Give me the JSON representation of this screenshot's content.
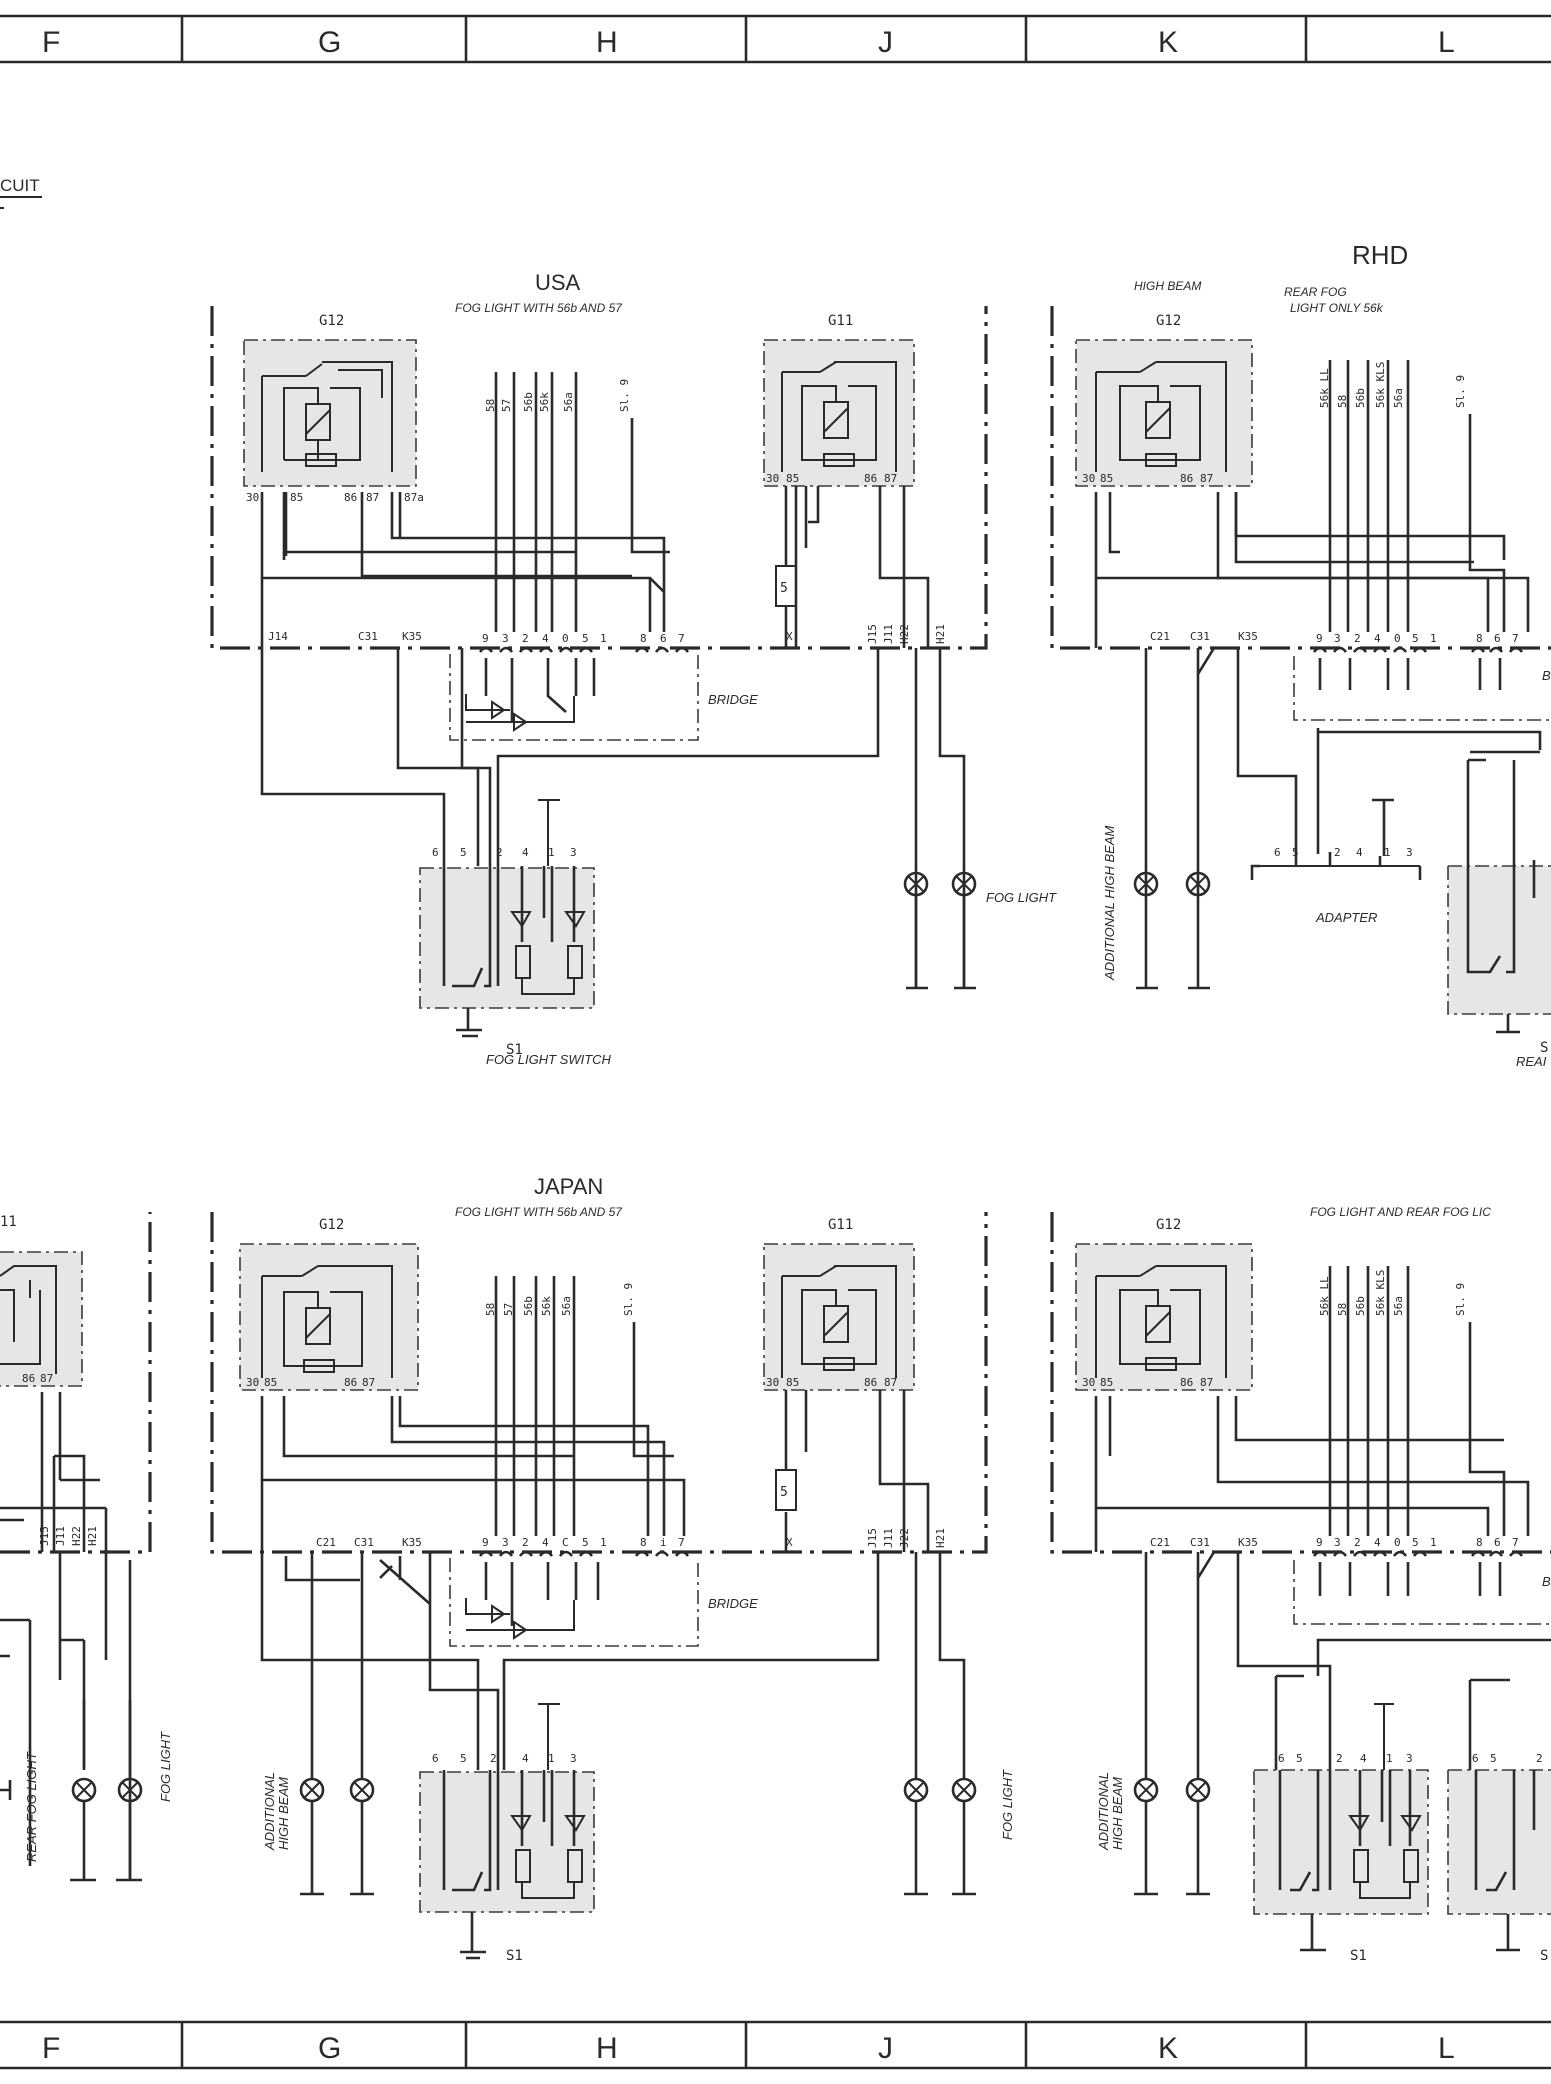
{
  "grid_columns": [
    "F",
    "G",
    "H",
    "J",
    "K",
    "L"
  ],
  "header_fragment": "CUIT",
  "panels": [
    {
      "id": "usa",
      "title": "USA",
      "subtitle": "FOG LIGHT WITH 56b AND 57",
      "relay_left": "G12",
      "relay_right": "G11",
      "relay_left_pins": [
        "30",
        "85",
        "86",
        "87",
        "87a"
      ],
      "relay_right_pins": [
        "30",
        "85",
        "86",
        "87"
      ],
      "wire_labels": [
        "58",
        "57",
        "56b",
        "56k",
        "56a",
        "Sl. 9"
      ],
      "conn_left": [
        "J14",
        "C31",
        "K35"
      ],
      "conn_pins": [
        "9",
        "3",
        "2",
        "4",
        "0",
        "5",
        "1",
        "8",
        "6",
        "7"
      ],
      "conn_right": [
        "X",
        "J15",
        "J11",
        "H22",
        "H21"
      ],
      "bridge": "BRIDGE",
      "fuse": "5",
      "switch_pins": [
        "6",
        "5",
        "2",
        "4",
        "1",
        "3"
      ],
      "switch": "S1",
      "switch_name": "FOG LIGHT SWITCH",
      "lamp_label": "FOG LIGHT"
    },
    {
      "id": "rhd",
      "title": "RHD",
      "label_high_beam": "HIGH BEAM",
      "label_rear_fog": "REAR FOG",
      "label_rear_fog2": "LIGHT ONLY 56k",
      "relay_left": "G12",
      "relay_left_pins": [
        "30",
        "85",
        "86",
        "87"
      ],
      "wire_labels": [
        "56k LL",
        "58",
        "56b",
        "56k KLS",
        "56a",
        "Sl. 9"
      ],
      "conn_left": [
        "C21",
        "C31",
        "K35"
      ],
      "conn_pins": [
        "9",
        "3",
        "2",
        "4",
        "0",
        "5",
        "1",
        "8",
        "6",
        "7"
      ],
      "bridge_fragment": "B",
      "adapter_pins": [
        "6",
        "5",
        "2",
        "4",
        "1",
        "3"
      ],
      "adapter": "ADAPTER",
      "lamp_label": "ADDITIONAL HIGH BEAM",
      "switch_fragment": "S",
      "switch_name_fragment": "REAI"
    },
    {
      "id": "left-partial",
      "relay_fragment": "11",
      "relay_pins": [
        "86",
        "87"
      ],
      "conn_right": [
        "J15",
        "J11",
        "H22",
        "H21"
      ],
      "lamp_label_1": "REAR FOG LIGHT",
      "lamp_label_2": "FOG LIGHT"
    },
    {
      "id": "japan",
      "title": "JAPAN",
      "subtitle": "FOG LIGHT WITH 56b AND 57",
      "relay_left": "G12",
      "relay_right": "G11",
      "relay_left_pins": [
        "30",
        "85",
        "86",
        "87"
      ],
      "relay_right_pins": [
        "30",
        "85",
        "86",
        "87"
      ],
      "wire_labels": [
        "58",
        "57",
        "56b",
        "56k",
        "56a",
        "Sl. 9"
      ],
      "conn_left": [
        "C21",
        "C31",
        "K35"
      ],
      "conn_pins": [
        "9",
        "3",
        "2",
        "4",
        "C",
        "5",
        "1",
        "8",
        "i",
        "7"
      ],
      "conn_right": [
        "X",
        "J15",
        "J11",
        "J22",
        "H21"
      ],
      "bridge": "BRIDGE",
      "fuse": "5",
      "switch_pins": [
        "6",
        "5",
        "2",
        "4",
        "1",
        "3"
      ],
      "switch": "S1",
      "lamp_label_1": "ADDITIONAL",
      "lamp_label_2": "HIGH BEAM",
      "lamp_label_right": "FOG LIGHT"
    },
    {
      "id": "fog-rear",
      "title": "FOG LIGHT AND REAR FOG LIC",
      "relay_left": "G12",
      "relay_left_pins": [
        "30",
        "85",
        "86",
        "87"
      ],
      "wire_labels": [
        "56k LL",
        "58",
        "56b",
        "56k KLS",
        "56a",
        "Sl. 9"
      ],
      "conn_left": [
        "C21",
        "C31",
        "K35"
      ],
      "conn_pins": [
        "9",
        "3",
        "2",
        "4",
        "0",
        "5",
        "1",
        "8",
        "6",
        "7"
      ],
      "bridge_fragment": "B",
      "switch_pins": [
        "6",
        "5",
        "2",
        "4",
        "1",
        "3"
      ],
      "switch": "S1",
      "switch_pins_2": [
        "6",
        "5",
        "2"
      ],
      "switch_fragment": "S",
      "lamp_label_1": "ADDITIONAL",
      "lamp_label_2": "HIGH BEAM"
    }
  ],
  "colors": {
    "ink": "#2a2a2a",
    "shade": "#e6e6e6",
    "paper": "#ffffff"
  }
}
